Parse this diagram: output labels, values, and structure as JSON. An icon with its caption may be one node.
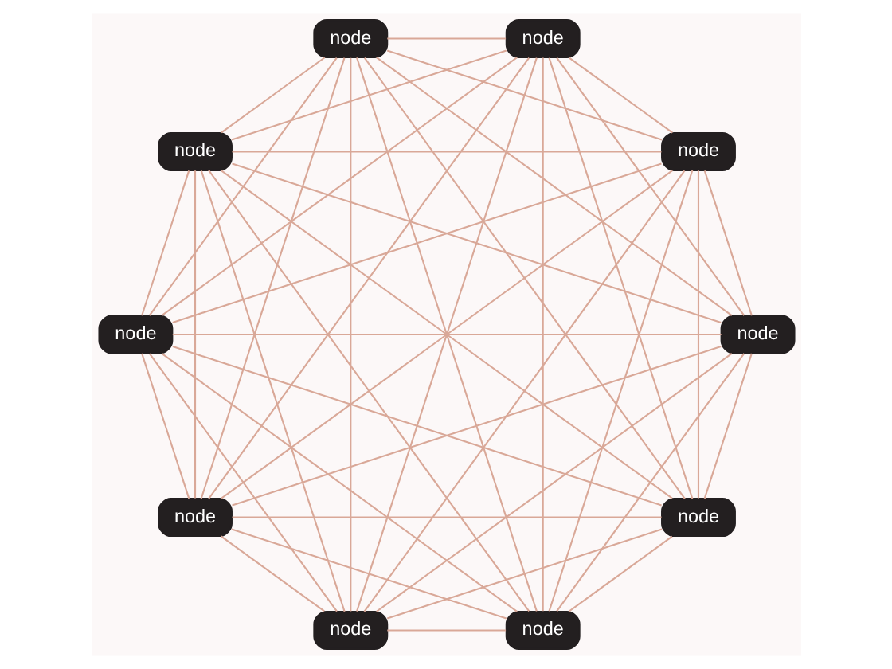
{
  "diagram": {
    "nodes": [
      {
        "text": [
          "node"
        ]
      },
      {
        "text": [
          "node"
        ]
      },
      {
        "text": [
          "node"
        ]
      },
      {
        "text": [
          "node"
        ]
      },
      {
        "text": [
          "node"
        ]
      },
      {
        "text": [
          "node"
        ]
      },
      {
        "text": [
          "node"
        ]
      },
      {
        "text": [
          "node"
        ]
      },
      {
        "text": [
          "node"
        ]
      },
      {
        "text": [
          "node"
        ]
      }
    ],
    "edges": [
      {
        "from": 0,
        "to": 1,
        "arrow": "none"
      },
      {
        "from": 0,
        "to": 2,
        "arrow": "none"
      },
      {
        "from": 0,
        "to": 3,
        "arrow": "none"
      },
      {
        "from": 0,
        "to": 4,
        "arrow": "none"
      },
      {
        "from": 0,
        "to": 5,
        "arrow": "none"
      },
      {
        "from": 0,
        "to": 6,
        "arrow": "none"
      },
      {
        "from": 0,
        "to": 7,
        "arrow": "none"
      },
      {
        "from": 0,
        "to": 8,
        "arrow": "none"
      },
      {
        "from": 0,
        "to": 9,
        "arrow": "none"
      },
      {
        "from": 1,
        "to": 2,
        "arrow": "none"
      },
      {
        "from": 1,
        "to": 3,
        "arrow": "none"
      },
      {
        "from": 1,
        "to": 4,
        "arrow": "none"
      },
      {
        "from": 1,
        "to": 5,
        "arrow": "none"
      },
      {
        "from": 1,
        "to": 6,
        "arrow": "none"
      },
      {
        "from": 1,
        "to": 7,
        "arrow": "none"
      },
      {
        "from": 1,
        "to": 8,
        "arrow": "none"
      },
      {
        "from": 1,
        "to": 9,
        "arrow": "none"
      },
      {
        "from": 2,
        "to": 3,
        "arrow": "none"
      },
      {
        "from": 2,
        "to": 4,
        "arrow": "none"
      },
      {
        "from": 2,
        "to": 5,
        "arrow": "none"
      },
      {
        "from": 2,
        "to": 6,
        "arrow": "none"
      },
      {
        "from": 2,
        "to": 7,
        "arrow": "none"
      },
      {
        "from": 2,
        "to": 8,
        "arrow": "none"
      },
      {
        "from": 2,
        "to": 9,
        "arrow": "none"
      },
      {
        "from": 3,
        "to": 4,
        "arrow": "none"
      },
      {
        "from": 3,
        "to": 5,
        "arrow": "none"
      },
      {
        "from": 3,
        "to": 6,
        "arrow": "none"
      },
      {
        "from": 3,
        "to": 7,
        "arrow": "none"
      },
      {
        "from": 3,
        "to": 8,
        "arrow": "none"
      },
      {
        "from": 3,
        "to": 9,
        "arrow": "none"
      },
      {
        "from": 4,
        "to": 5,
        "arrow": "none"
      },
      {
        "from": 4,
        "to": 6,
        "arrow": "none"
      },
      {
        "from": 4,
        "to": 7,
        "arrow": "none"
      },
      {
        "from": 4,
        "to": 8,
        "arrow": "none"
      },
      {
        "from": 4,
        "to": 9,
        "arrow": "none"
      },
      {
        "from": 5,
        "to": 6,
        "arrow": "none"
      },
      {
        "from": 5,
        "to": 7,
        "arrow": "none"
      },
      {
        "from": 5,
        "to": 8,
        "arrow": "none"
      },
      {
        "from": 5,
        "to": 9,
        "arrow": "none"
      },
      {
        "from": 6,
        "to": 7,
        "arrow": "none"
      },
      {
        "from": 6,
        "to": 8,
        "arrow": "none"
      },
      {
        "from": 6,
        "to": 9,
        "arrow": "none"
      },
      {
        "from": 7,
        "to": 8,
        "arrow": "none"
      },
      {
        "from": 7,
        "to": 9,
        "arrow": "none"
      },
      {
        "from": 8,
        "to": 9,
        "arrow": "none"
      }
    ]
  }
}
